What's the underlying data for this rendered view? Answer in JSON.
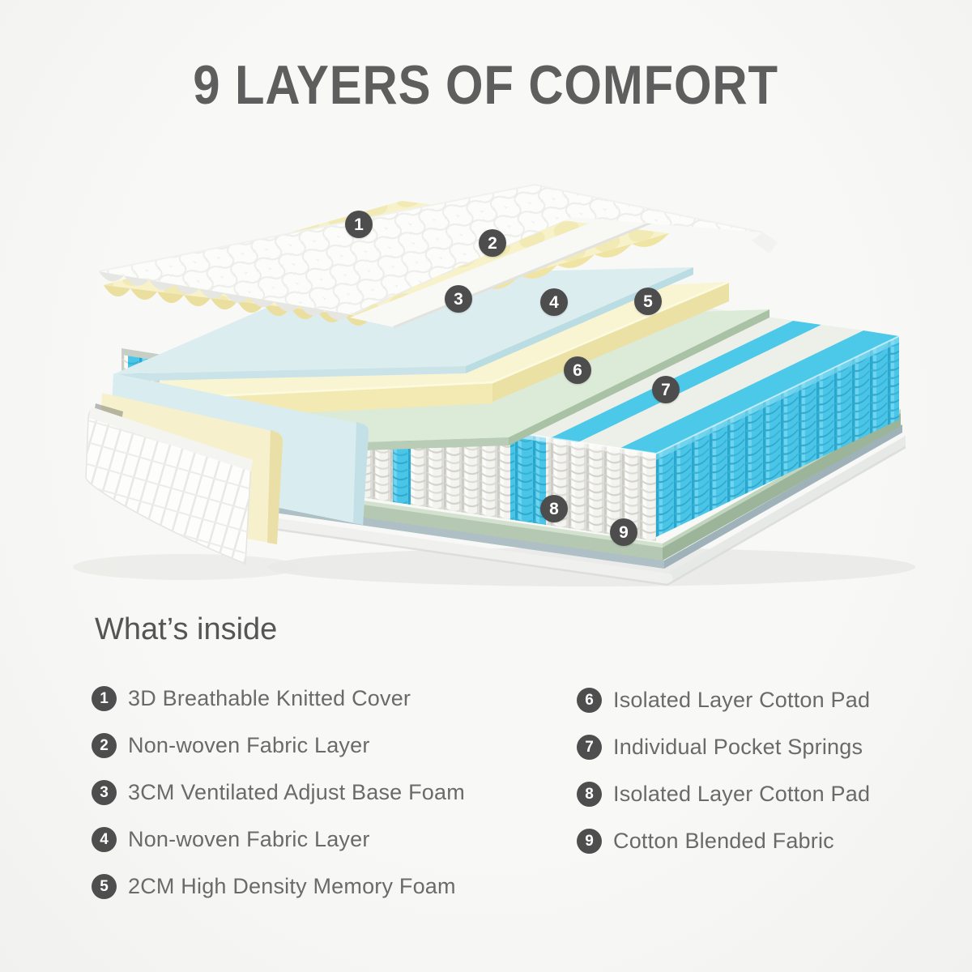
{
  "title": "9 LAYERS OF COMFORT",
  "section_heading": "What’s inside",
  "legend": {
    "left": [
      {
        "num": "1",
        "label": "3D Breathable Knitted Cover"
      },
      {
        "num": "2",
        "label": "Non-woven Fabric Layer"
      },
      {
        "num": "3",
        "label": "3CM Ventilated Adjust Base Foam"
      },
      {
        "num": "4",
        "label": "Non-woven Fabric Layer"
      },
      {
        "num": "5",
        "label": "2CM High Density Memory Foam"
      }
    ],
    "right": [
      {
        "num": "6",
        "label": "Isolated Layer Cotton Pad"
      },
      {
        "num": "7",
        "label": "Individual Pocket Springs"
      },
      {
        "num": "8",
        "label": "Isolated Layer Cotton Pad"
      },
      {
        "num": "9",
        "label": "Cotton Blended Fabric"
      }
    ]
  },
  "diagram": {
    "badges": [
      {
        "num": "1",
        "layer": "3D Breathable Knitted Cover"
      },
      {
        "num": "2",
        "layer": "Non-woven Fabric Layer"
      },
      {
        "num": "3",
        "layer": "3CM Ventilated Adjust Base Foam"
      },
      {
        "num": "4",
        "layer": "Non-woven Fabric Layer"
      },
      {
        "num": "5",
        "layer": "2CM High Density Memory Foam"
      },
      {
        "num": "6",
        "layer": "Isolated Layer Cotton Pad"
      },
      {
        "num": "7",
        "layer": "Individual Pocket Springs"
      },
      {
        "num": "8",
        "layer": "Isolated Layer Cotton Pad"
      },
      {
        "num": "9",
        "layer": "Cotton Blended Fabric"
      }
    ],
    "colors": {
      "badge_gray": "#4d4d4d",
      "spring_blue": "#4ac5e7",
      "foam_yellow": "#f6f1c6",
      "memory_foam_cream": "#f9f5d3",
      "fabric_blue": "#dcedf0",
      "cotton_pad_green": "#dcead8",
      "text_gray": "#6a6a6a"
    }
  }
}
